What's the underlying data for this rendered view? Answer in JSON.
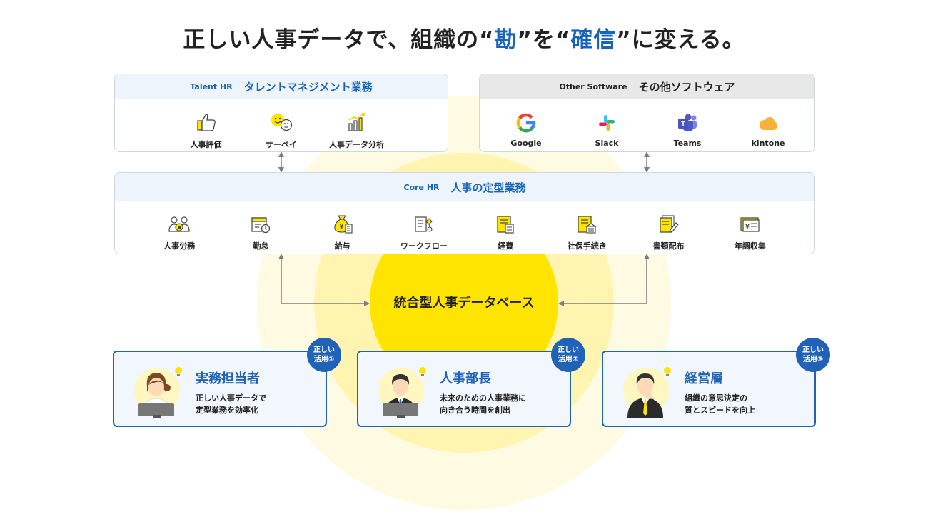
{
  "headline": {
    "part1": "正しい人事データで、組織の“",
    "highlight1": "勘",
    "part2": "”を“",
    "highlight2": "確信",
    "part3": "”に変える。"
  },
  "talent_hr": {
    "en": "Talent HR",
    "jp": "タレントマネジメント業務",
    "items": [
      {
        "label": "人事評価",
        "icon": "thumbs-up-icon"
      },
      {
        "label": "サーベイ",
        "icon": "survey-faces-icon"
      },
      {
        "label": "人事データ分析",
        "icon": "bar-chart-up-icon"
      }
    ]
  },
  "other_software": {
    "en": "Other Software",
    "jp": "その他ソフトウェア",
    "items": [
      {
        "label": "Google",
        "icon": "google-logo-icon"
      },
      {
        "label": "Slack",
        "icon": "slack-logo-icon"
      },
      {
        "label": "Teams",
        "icon": "teams-logo-icon"
      },
      {
        "label": "kintone",
        "icon": "kintone-logo-icon"
      }
    ]
  },
  "core_hr": {
    "en": "Core HR",
    "jp": "人事の定型業務",
    "items": [
      {
        "label": "人事労務",
        "icon": "people-icon"
      },
      {
        "label": "勤怠",
        "icon": "calendar-clock-icon"
      },
      {
        "label": "給与",
        "icon": "money-bag-icon"
      },
      {
        "label": "ワークフロー",
        "icon": "workflow-icon"
      },
      {
        "label": "経費",
        "icon": "receipt-icon"
      },
      {
        "label": "社保手続き",
        "icon": "document-building-icon"
      },
      {
        "label": "書類配布",
        "icon": "document-pen-icon"
      },
      {
        "label": "年調収集",
        "icon": "yen-card-icon"
      }
    ]
  },
  "database": {
    "label": "統合型人事データベース"
  },
  "cards": [
    {
      "title": "実務担当者",
      "line1": "正しい人事データで",
      "line2": "定型業務を効率化",
      "badge1": "正しい",
      "badge2": "活用①"
    },
    {
      "title": "人事部長",
      "line1": "未来のための人事業務に",
      "line2": "向き合う時間を創出",
      "badge1": "正しい",
      "badge2": "活用②"
    },
    {
      "title": "経営層",
      "line1": "組織の意思決定の",
      "line2": "質とスピードを向上",
      "badge1": "正しい",
      "badge2": "活用③"
    }
  ],
  "colors": {
    "brand_blue": "#1665b8",
    "accent_yellow": "#ffe400",
    "light_yellow": "#fff5b0",
    "pale_yellow": "#fffbe3",
    "card_bg": "#f2f6fd"
  }
}
